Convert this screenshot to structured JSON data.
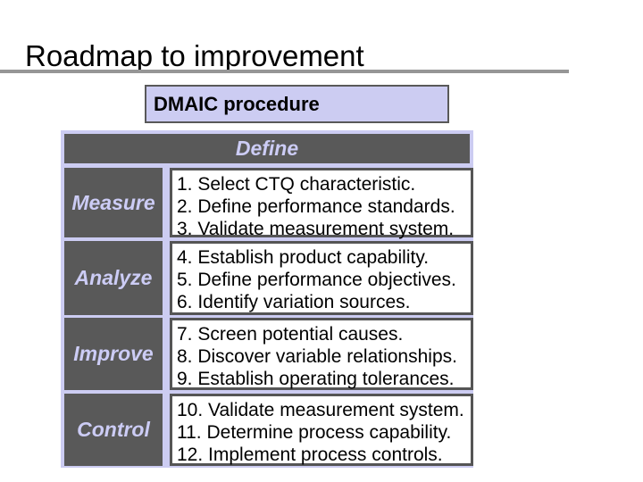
{
  "slide": {
    "title": "Roadmap to improvement",
    "colors": {
      "title_rule": "#969696",
      "dark_gray": "#595959",
      "lavender": "#ccccf2",
      "label_text": "#ccccf5",
      "steps_border": "#555555",
      "background": "#ffffff",
      "body_text": "#000000"
    }
  },
  "banner": {
    "label": "DMAIC procedure"
  },
  "table": {
    "header": "Define",
    "rows": [
      {
        "label": "Measure",
        "lines": [
          "1. Select CTQ characteristic.",
          "2. Define performance standards.",
          "3. Validate measurement system."
        ]
      },
      {
        "label": "Analyze",
        "lines": [
          "4. Establish product capability.",
          "5. Define performance objectives.",
          "6. Identify variation sources."
        ]
      },
      {
        "label": "Improve",
        "lines": [
          "7. Screen potential causes.",
          "8. Discover variable relationships.",
          "9. Establish operating tolerances."
        ]
      },
      {
        "label": "Control",
        "lines": [
          "10. Validate measurement system.",
          "11. Determine process capability.",
          "12. Implement process controls."
        ]
      }
    ]
  }
}
